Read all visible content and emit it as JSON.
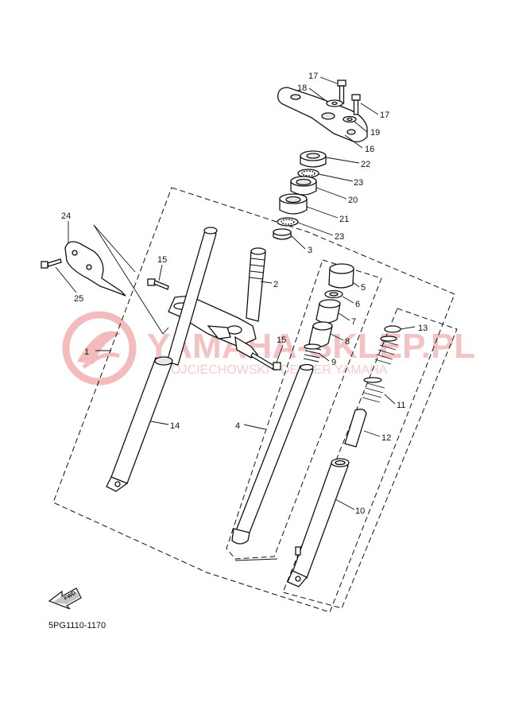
{
  "diagram": {
    "code": "5PG1110-1170",
    "fwd_label": "FWD",
    "watermark": {
      "title": "YAMAHA-SKLEP.PL",
      "subtitle": "WOJCIECHOWSKI - DEALER YAMAHA",
      "color": "#e88a8a"
    },
    "callouts": {
      "p1": "1",
      "p2": "2",
      "p3": "3",
      "p4": "4",
      "p5": "5",
      "p6": "6",
      "p7": "7",
      "p8": "8",
      "p9": "9",
      "p10": "10",
      "p11": "11",
      "p12": "12",
      "p13": "13",
      "p14": "14",
      "p15a": "15",
      "p15b": "15",
      "p16": "16",
      "p17a": "17",
      "p17b": "17",
      "p18": "18",
      "p19": "19",
      "p20": "20",
      "p21": "21",
      "p22": "22",
      "p23a": "23",
      "p23b": "23",
      "p24": "24",
      "p25": "25"
    }
  }
}
